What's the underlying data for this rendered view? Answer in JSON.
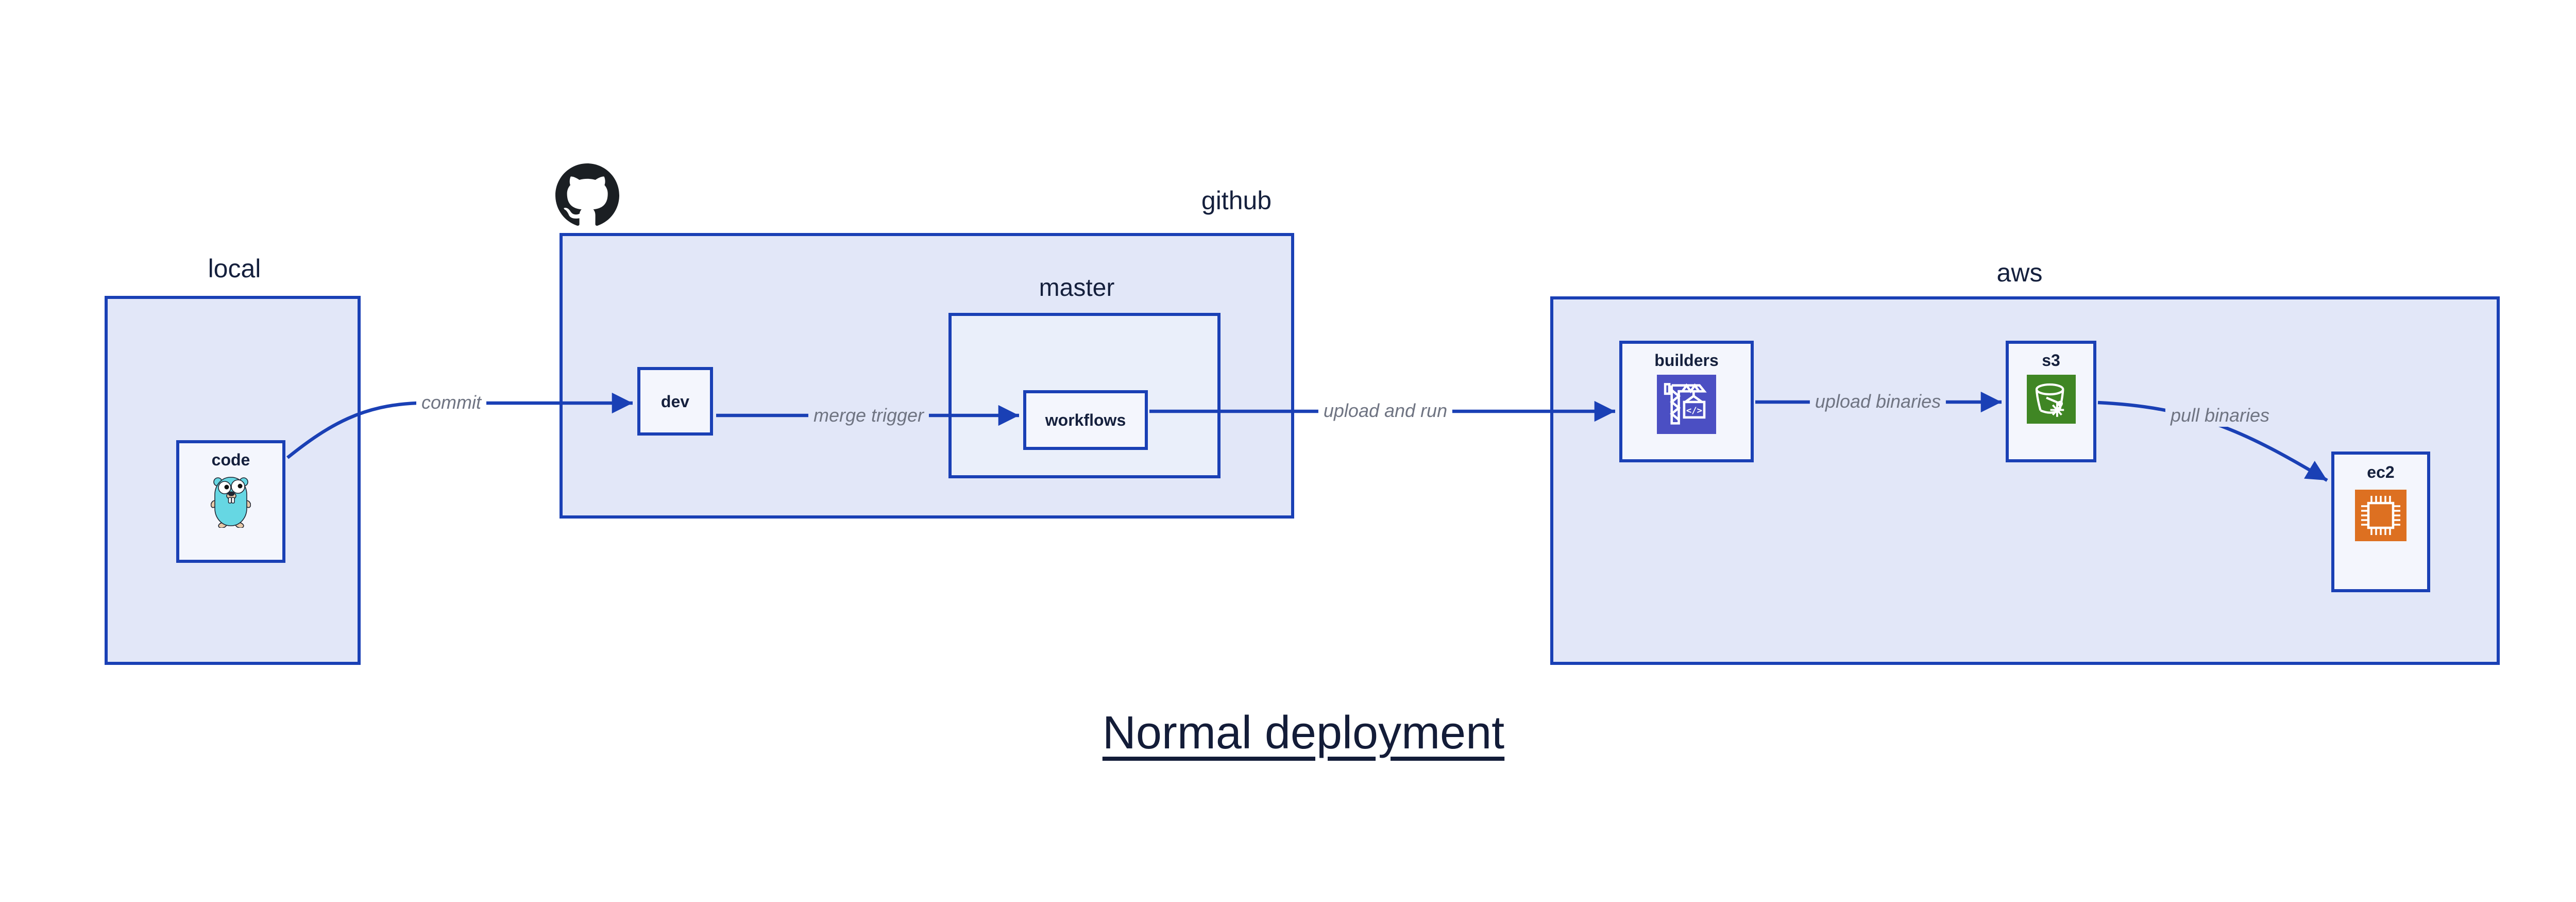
{
  "title": {
    "text": "Normal deployment"
  },
  "containers": {
    "local": {
      "label": "local"
    },
    "github": {
      "label": "github"
    },
    "master": {
      "label": "master"
    },
    "aws": {
      "label": "aws"
    }
  },
  "nodes": {
    "code": {
      "label": "code"
    },
    "dev": {
      "label": "dev"
    },
    "workflows": {
      "label": "workflows"
    },
    "builders": {
      "label": "builders"
    },
    "s3": {
      "label": "s3"
    },
    "ec2": {
      "label": "ec2"
    }
  },
  "edges": [
    {
      "id": "commit",
      "label": "commit"
    },
    {
      "id": "merge-trigger",
      "label": "merge trigger"
    },
    {
      "id": "upload-and-run",
      "label": "upload and run"
    },
    {
      "id": "upload-binaries",
      "label": "upload binaries"
    },
    {
      "id": "pull-binaries",
      "label": "pull binaries"
    }
  ],
  "icons": {
    "gopher": "go-gopher-icon",
    "octocat": "github-octocat-icon",
    "builders": "aws-codebuild-icon",
    "s3": "aws-s3-bucket-icon",
    "ec2": "aws-ec2-chip-icon",
    "codebuild_glyph": "</>"
  },
  "colors": {
    "stroke_blue": "#1a40b5",
    "container_fill": "#e2e7f8",
    "master_fill": "#eaeffa",
    "node_fill": "#f4f6fd",
    "edge_label_gray": "#6f7482",
    "heading_navy": "#15203d",
    "codebuild_purple": "#4b4fc3",
    "s3_green": "#3f8624",
    "ec2_orange": "#dd7021",
    "octocat_black": "#1b1f23",
    "gopher_teal": "#66d7e3"
  }
}
